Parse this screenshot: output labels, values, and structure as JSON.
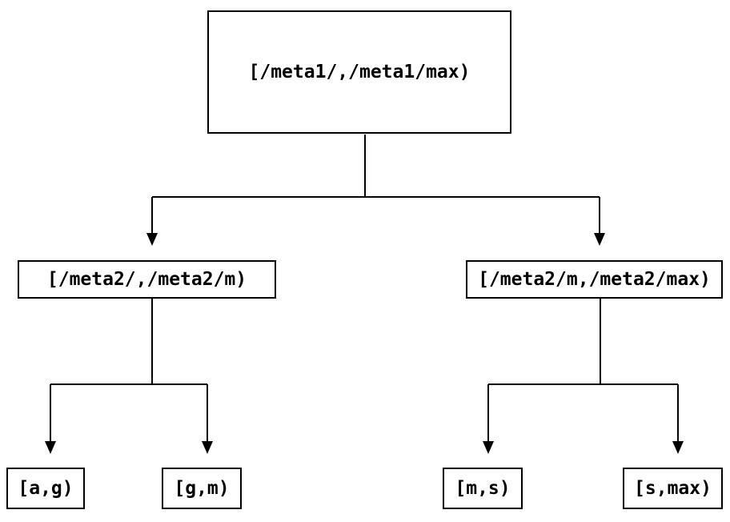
{
  "diagram": {
    "type": "tree",
    "description": "Binary key-range partition tree",
    "colors": {
      "background": "#ffffff",
      "line": "#000000",
      "box_border": "#000000",
      "text": "#000000"
    },
    "nodes": {
      "root": {
        "label": "[/meta1/,/meta1/max)"
      },
      "left": {
        "label": "[/meta2/,/meta2/m)"
      },
      "right": {
        "label": "[/meta2/m,/meta2/max)"
      },
      "leaf_ag": {
        "label": "[a,g)"
      },
      "leaf_gm": {
        "label": "[g,m)"
      },
      "leaf_ms": {
        "label": "[m,s)"
      },
      "leaf_smax": {
        "label": "[s,max)"
      }
    },
    "edges": [
      {
        "from": "root",
        "to": "left"
      },
      {
        "from": "root",
        "to": "right"
      },
      {
        "from": "left",
        "to": "leaf_ag"
      },
      {
        "from": "left",
        "to": "leaf_gm"
      },
      {
        "from": "right",
        "to": "leaf_ms"
      },
      {
        "from": "right",
        "to": "leaf_smax"
      }
    ]
  }
}
